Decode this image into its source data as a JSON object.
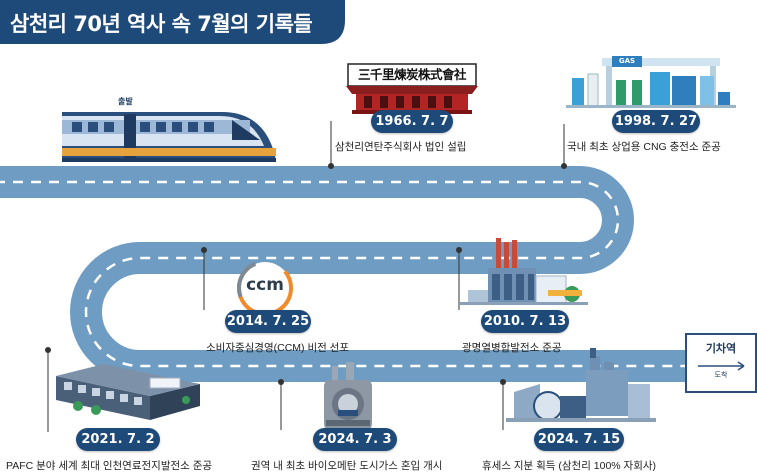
{
  "title": "삼천리 70년 역사 속 7월의 기록들",
  "train": {
    "label": "출발"
  },
  "company_sign": "三千里煉炭株式會社",
  "gas_station_sign": "GAS",
  "ccm_logo_text": "ccm",
  "destination": {
    "name": "기차역",
    "sub": "도착"
  },
  "milestones": [
    {
      "date": "1966. 7. 7",
      "text": "삼천리연탄주식회사 법인 설립"
    },
    {
      "date": "1998. 7. 27",
      "text": "국내 최초 상업용 CNG 충전소 준공"
    },
    {
      "date": "2014. 7. 25",
      "text": "소비자중심경영(CCM) 비전 선포"
    },
    {
      "date": "2010. 7. 13",
      "text": "광명열병합발전소 준공"
    },
    {
      "date": "2021. 7. 2",
      "text": "PAFC 분야 세계 최대 인천연료전지발전소 준공"
    },
    {
      "date": "2024. 7. 3",
      "text": "권역 내 최초 바이오메탄 도시가스 혼입 개시"
    },
    {
      "date": "2024. 7. 15",
      "text": "휴세스 지분 획득 (삼천리 100% 자회사)"
    }
  ],
  "colors": {
    "title_bg": "#1e4a7a",
    "road": "#6e9cc2",
    "road_edge": "#ffffff",
    "date_badge": "#1e4a7a"
  }
}
